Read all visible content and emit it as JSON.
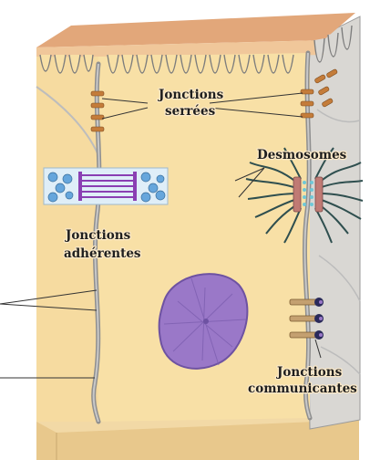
{
  "labels": {
    "tight_junctions_line1": "Jonctions",
    "tight_junctions_line2": "serrées",
    "desmosomes": "Desmosomes",
    "adherens_junctions_line1": "Jonctions",
    "adherens_junctions_line2": "adhérentes",
    "gap_junctions_line1": "Jonctions",
    "gap_junctions_line2": "communicantes"
  },
  "colors": {
    "cytoplasm": "#f8e0a6",
    "cell_front": "#f7dba0",
    "microvilli_top": "#e2a77a",
    "basement_membrane": "#e8c88c",
    "neighbor_cell": "#d8d6d2",
    "membrane_edge": "#8f8f8f",
    "nucleus": "#9a78c8",
    "junction_strand": "#c47c3a",
    "desmosome_plaque": "#c07a74",
    "keratin_filaments": "#2f4f4f",
    "adherens_plaque": "#8a3fb3",
    "actin_blue": "#66a6dc",
    "gap_connexon": "#c4a070"
  }
}
